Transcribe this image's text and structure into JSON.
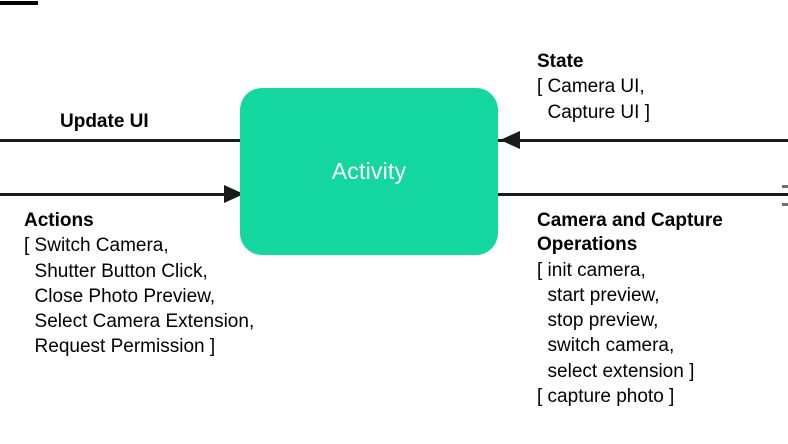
{
  "diagram": {
    "type": "data-flow",
    "background_color": "#ffffff",
    "line_color": "#1a1a1a",
    "text_color": "#000000"
  },
  "node": {
    "label": "Activity",
    "fill_color": "#14d79f",
    "text_color": "#ffffff"
  },
  "edges": {
    "update_ui": {
      "title": "Update UI",
      "direction": "outgoing-left",
      "has_arrowhead": false
    },
    "actions": {
      "title": "Actions",
      "direction": "incoming-from-left",
      "has_arrowhead": true,
      "items": [
        "[ Switch Camera,",
        "  Shutter Button Click,",
        "  Close Photo Preview,",
        "  Select Camera Extension,",
        "  Request Permission ]"
      ]
    },
    "state": {
      "title": "State",
      "direction": "incoming-from-right",
      "has_arrowhead": true,
      "items": [
        "[ Camera UI,",
        "  Capture UI ]"
      ]
    },
    "camera_and_capture_operations": {
      "title_line_1": "Camera and Capture",
      "title_line_2": "Operations",
      "direction": "outgoing-right",
      "has_arrowhead": false,
      "items": [
        "[ init camera,",
        "  start preview,",
        "  stop preview,",
        "  switch camera,",
        "  select extension ]",
        "[ capture photo ]"
      ]
    }
  }
}
